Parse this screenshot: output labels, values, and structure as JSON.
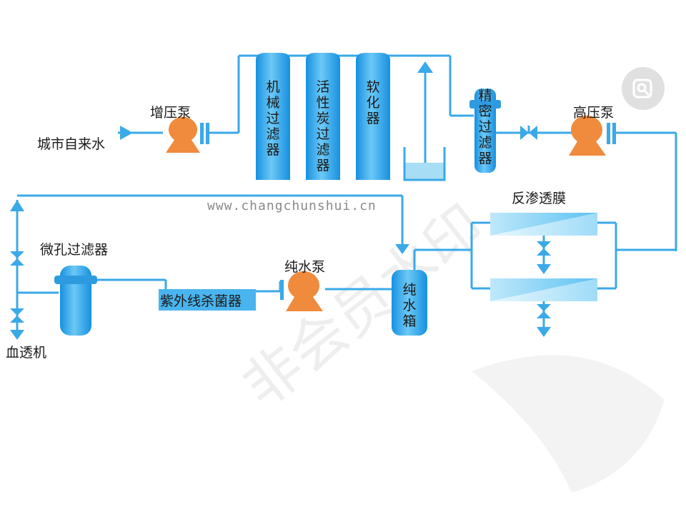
{
  "labels": {
    "city_water": "城市自来水",
    "booster_pump": "增压泵",
    "mech_filter": "机械过滤器",
    "carbon_filter": "活性炭过滤器",
    "softener": "软化器",
    "precision_filter": "精密过滤器",
    "high_pressure_pump": "高压泵",
    "ro_membrane": "反渗透膜",
    "micro_filter": "微孔过滤器",
    "pure_pump": "纯水泵",
    "uv_sterilizer": "紫外线杀菌器",
    "pure_tank": "纯水箱",
    "dialysis": "血透机"
  },
  "watermark": {
    "url": "www.changchunshui.cn",
    "stamp": "非会员水印"
  },
  "colors": {
    "pipe": "#3aa9e8",
    "vessel": "#2aa3ea",
    "pump": "#f08a3c"
  },
  "icons": {
    "search": "magnifier-icon"
  }
}
